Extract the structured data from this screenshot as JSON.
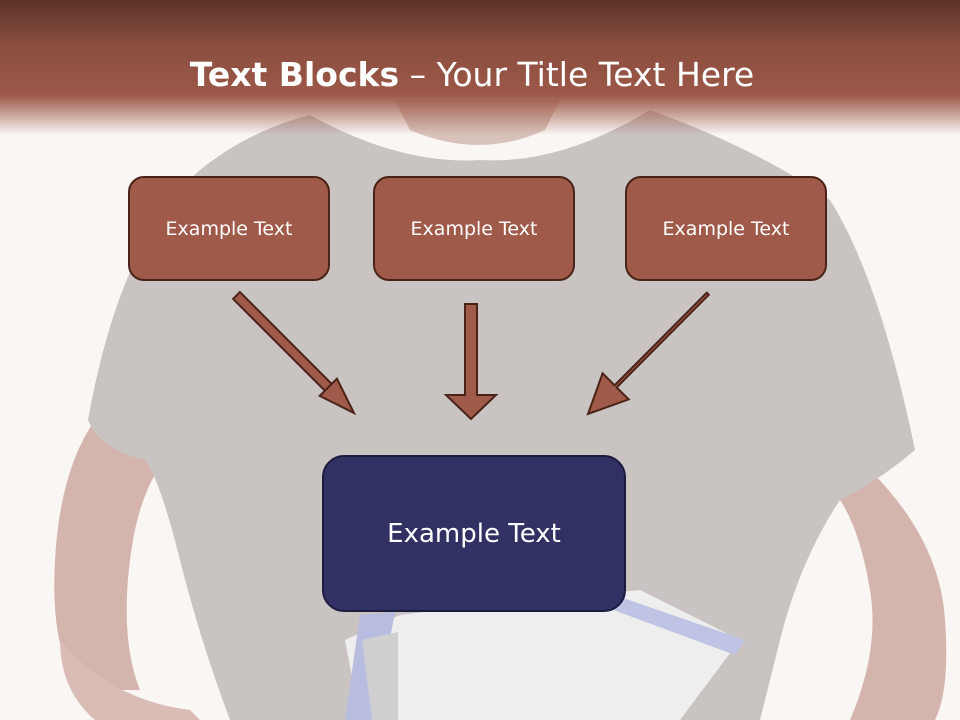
{
  "slide": {
    "title_bold": "Text Blocks",
    "title_rest": "– Your Title Text Here"
  },
  "blocks": [
    {
      "label": "Example Text"
    },
    {
      "label": "Example Text"
    },
    {
      "label": "Example Text"
    }
  ],
  "target": {
    "label": "Example Text"
  },
  "colors": {
    "header": "#9c5848",
    "block_fill": "#a05a4a",
    "block_border": "#4a2318",
    "target_fill": "#323163",
    "arrow": "#a05a4a"
  },
  "icons": {
    "background": "person-with-clipboard-photo",
    "arrow": "arrow-icon"
  }
}
